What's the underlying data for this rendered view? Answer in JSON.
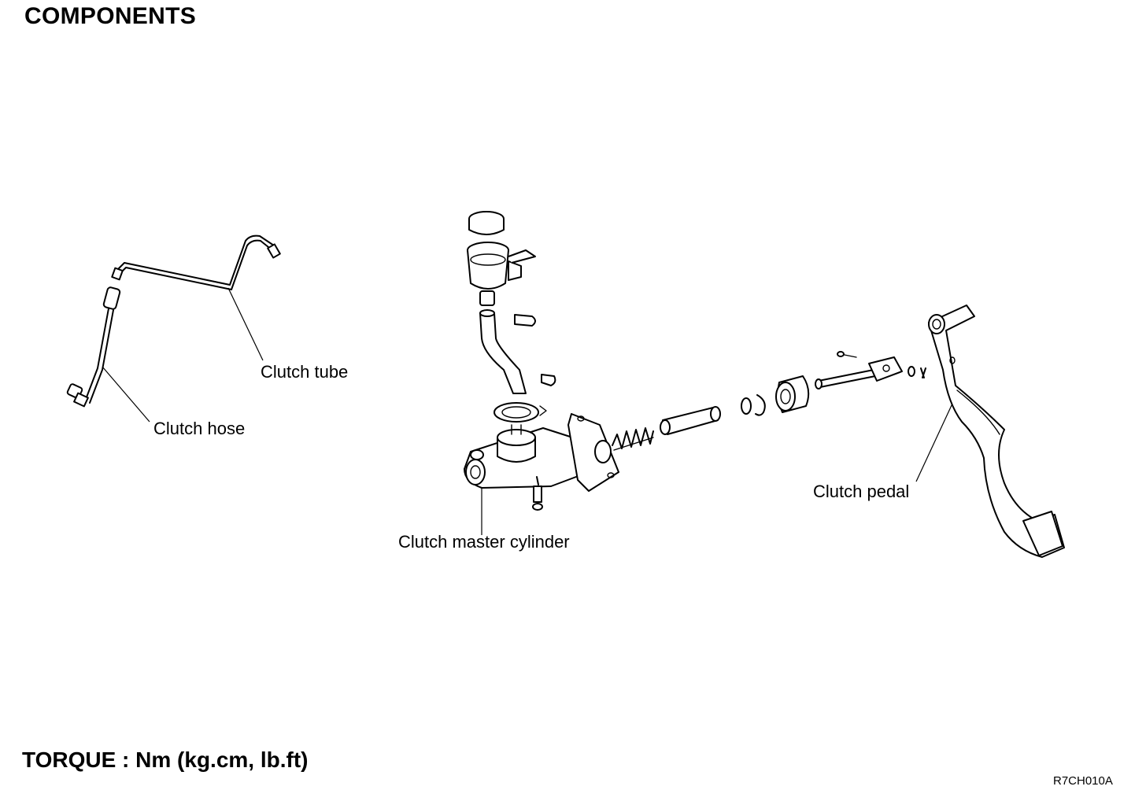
{
  "title": "COMPONENTS",
  "labels": {
    "clutch_tube": "Clutch tube",
    "clutch_hose": "Clutch hose",
    "clutch_master_cylinder": "Clutch master cylinder",
    "clutch_pedal": "Clutch pedal"
  },
  "torque_note": "TORQUE : Nm (kg.cm, lb.ft)",
  "figure_code": "R7CH010A"
}
